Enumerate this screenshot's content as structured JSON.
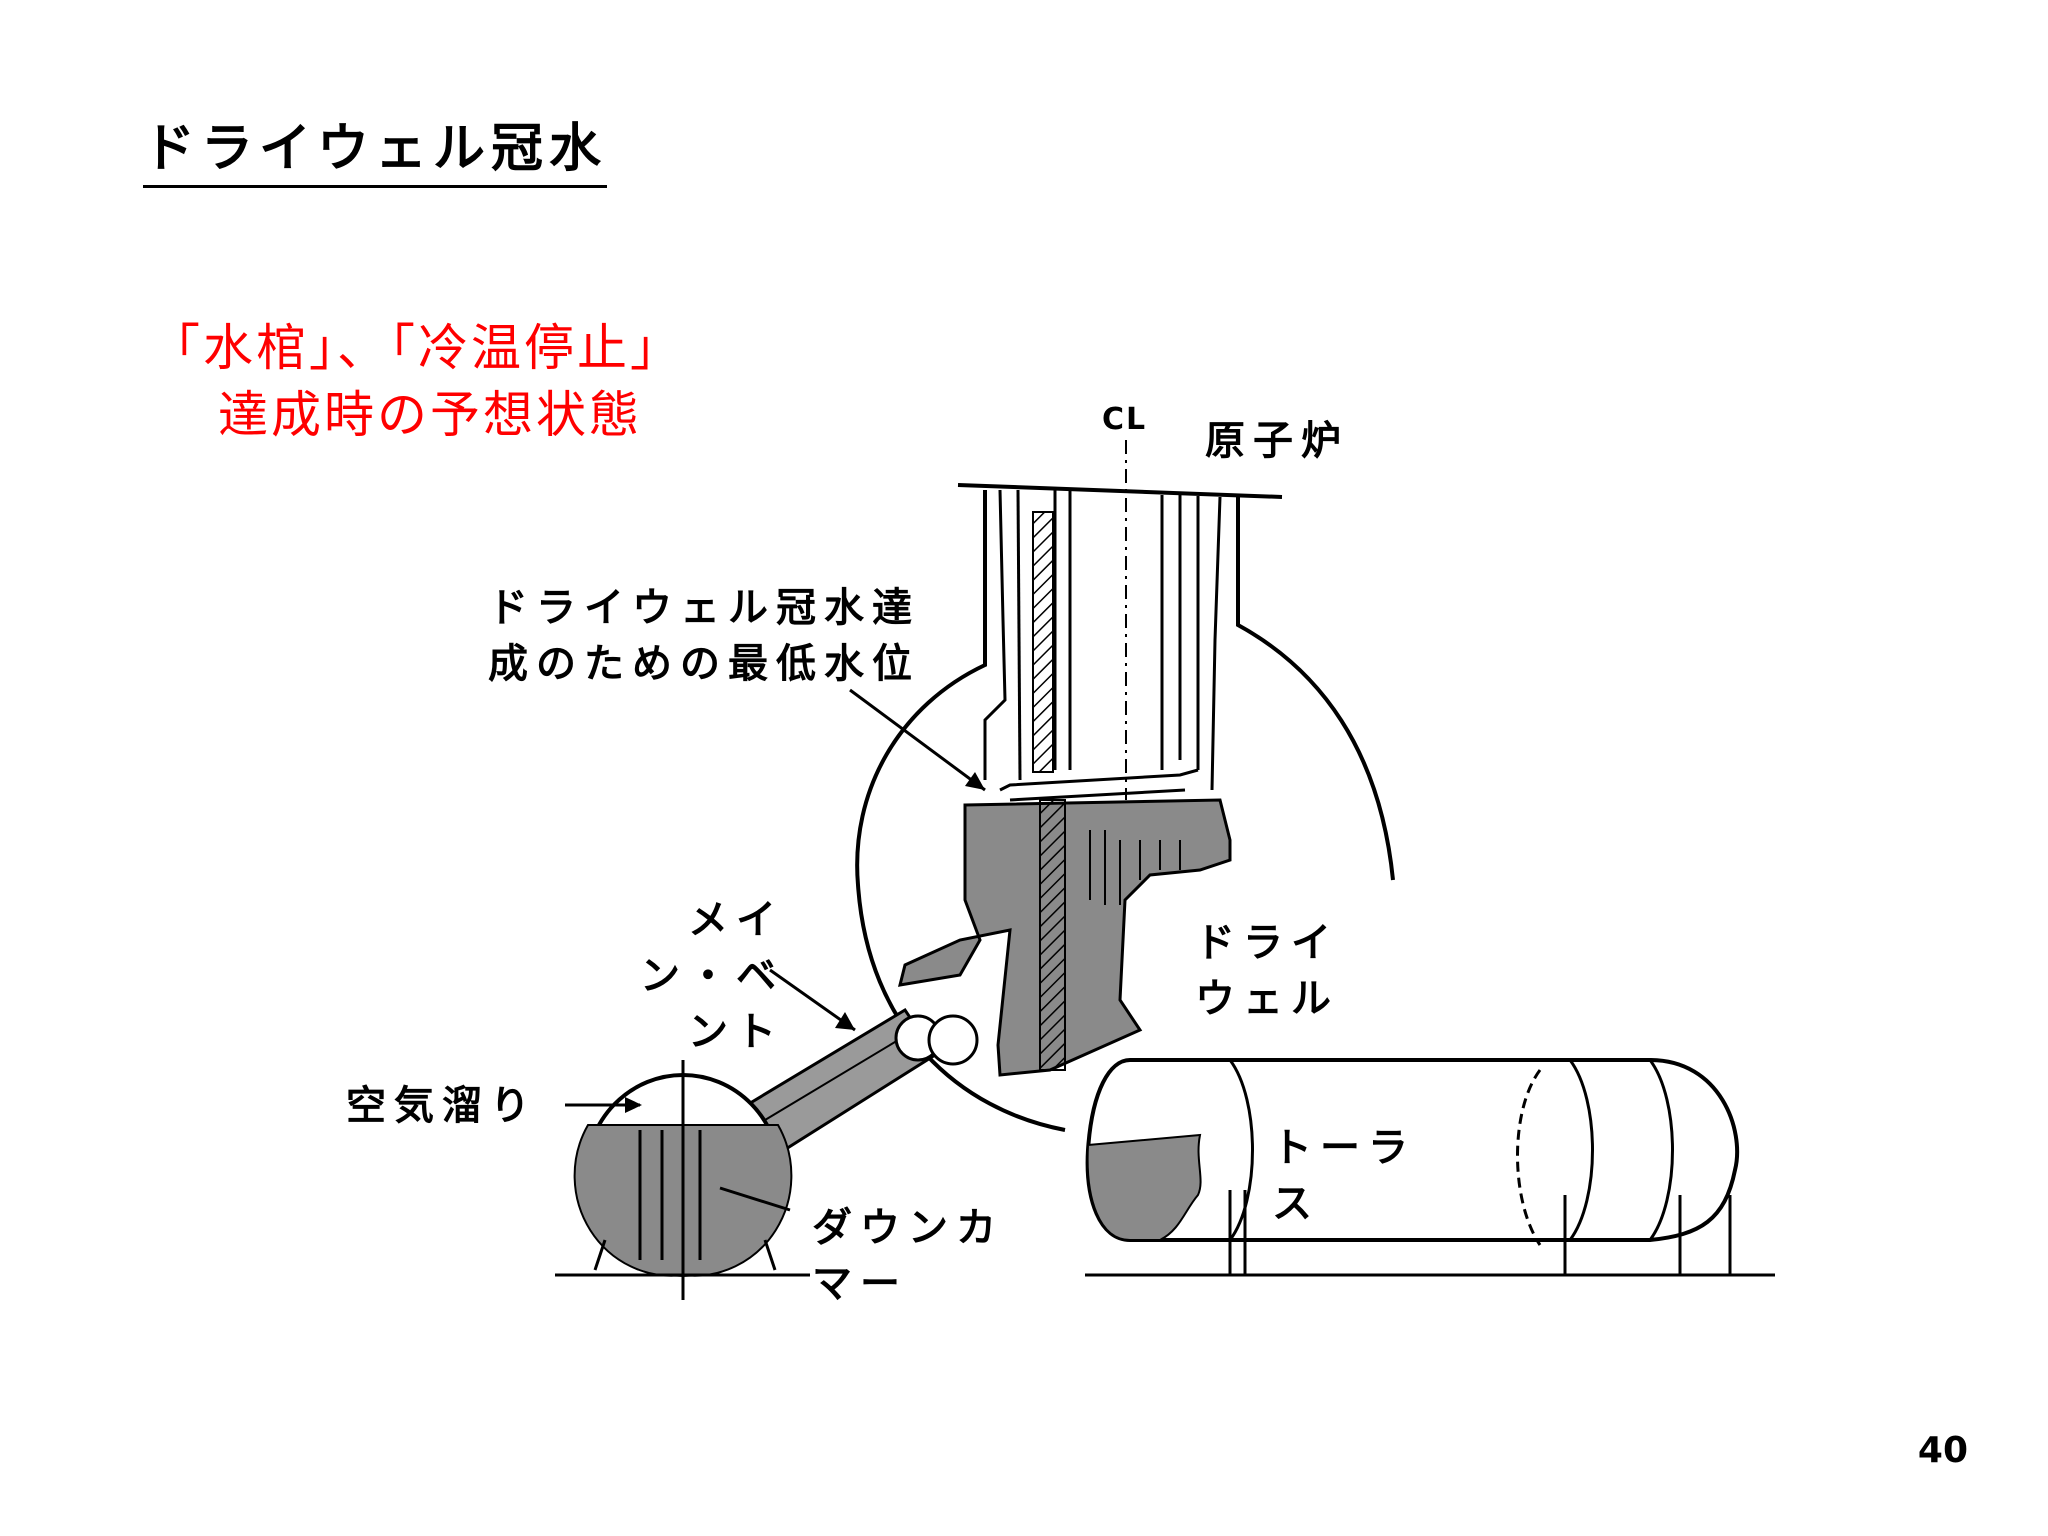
{
  "title": "ドライウェル冠水",
  "subtitle": [
    "「水棺」、「冷温停止」",
    "達成時の予想状態"
  ],
  "labels": {
    "centerline": "CL",
    "reactor": "原子炉",
    "min_level": [
      "ドライウェル冠水達",
      "成のための最低水位"
    ],
    "main_vent": [
      "メイ",
      "ン・ベ",
      "ント"
    ],
    "drywell": [
      "ドライ",
      "ウェル"
    ],
    "air_pocket": "空気溜り",
    "torus": [
      "トーラ",
      "ス"
    ],
    "downcomer": [
      "ダウンカ",
      "マー"
    ]
  },
  "page_number": "40",
  "colors": {
    "accent": "#ff0000",
    "water_fill": "#8a8a8a",
    "line": "#000000"
  }
}
